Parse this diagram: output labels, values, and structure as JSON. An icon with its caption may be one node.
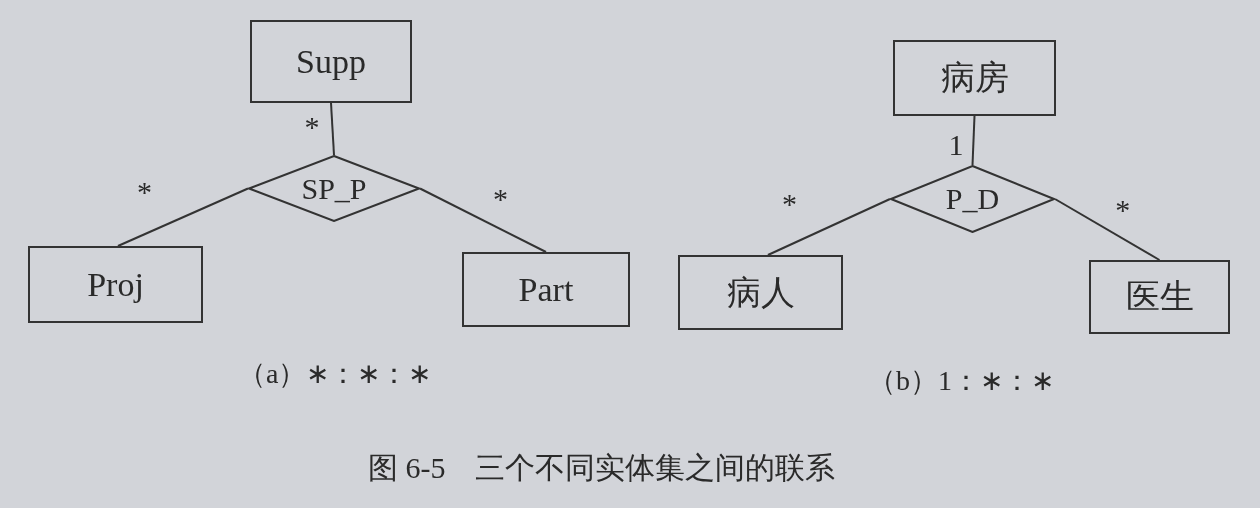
{
  "diagram": {
    "caption": "图 6-5　三个不同实体集之间的联系",
    "nodes": [
      {
        "text": [
          "Supp"
        ]
      },
      {
        "text": [
          "SP_P"
        ]
      },
      {
        "text": [
          "Proj"
        ]
      },
      {
        "text": [
          "Part"
        ]
      },
      {
        "text": [
          "病房"
        ]
      },
      {
        "text": [
          "P_D"
        ]
      },
      {
        "text": [
          "病人"
        ]
      },
      {
        "text": [
          "医生"
        ]
      }
    ],
    "edges": [
      {
        "from": 0,
        "to": 1,
        "arrow": "none",
        "label": "*"
      },
      {
        "from": 2,
        "to": 1,
        "arrow": "none",
        "label": "*"
      },
      {
        "from": 3,
        "to": 1,
        "arrow": "none",
        "label": "*"
      },
      {
        "from": 4,
        "to": 5,
        "arrow": "none",
        "label": "1"
      },
      {
        "from": 6,
        "to": 5,
        "arrow": "none",
        "label": "*"
      },
      {
        "from": 7,
        "to": 5,
        "arrow": "none",
        "label": "*"
      }
    ],
    "labels": [
      "（a）∗：∗：∗",
      "（b）1：∗：∗"
    ]
  }
}
